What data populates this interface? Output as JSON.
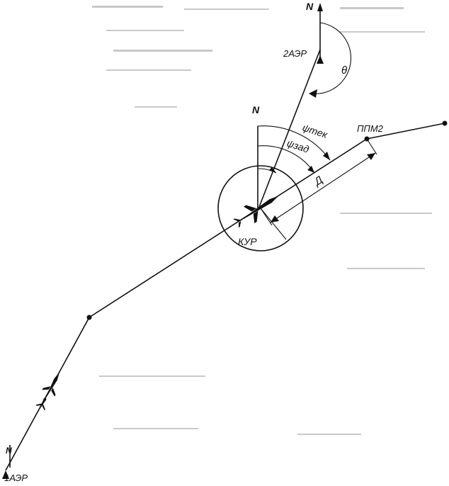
{
  "labels": {
    "north_top": "N",
    "north_center": "N",
    "north_bottom": "N",
    "beacon_2": "2АЭР",
    "beacon_1": "1АЭР",
    "theta": "θ",
    "psi_tek": "ψтек",
    "psi_zad": "ψзад",
    "waypoint_2": "ППМ2",
    "distance": "Д",
    "kur": "КУР"
  },
  "colors": {
    "ink": "#111111",
    "paper": "#ffffff",
    "scan_noise": "#c9c9c9"
  },
  "icons": [
    "aircraft-icon",
    "north-arrow-icon",
    "beacon-icon",
    "waypoint-icon"
  ]
}
